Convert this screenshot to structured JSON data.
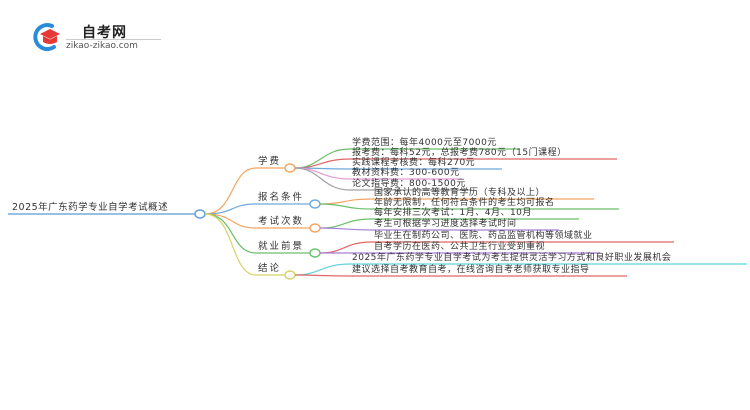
{
  "logo": {
    "title": "自考网",
    "url": "zikao-zikao.com",
    "icon": "graduation-cap-icon"
  },
  "mindmap": {
    "root": "2025年广东药学专业自学考试概述",
    "colors": {
      "root_line": "#5b9bd5",
      "branch_1": "#f4a460",
      "branch_2": "#6fa8dc",
      "branch_3": "#f4a460",
      "branch_4": "#6abf69",
      "branch_5": "#d4d46a"
    },
    "branches": [
      {
        "label": "学费",
        "color": "#f4a460",
        "children": [
          {
            "label": "学费范围：每年4000元至7000元",
            "color": "#6abf69"
          },
          {
            "label": "报考费：每科52元，总报考费780元（15门课程）",
            "color": "#e06666"
          },
          {
            "label": "实践课程考核费：每科270元",
            "color": "#6fa8dc"
          },
          {
            "label": "教材资料费：300-600元",
            "color": "#e69ad6"
          },
          {
            "label": "论文指导费：800-1500元",
            "color": "#a0a0a0"
          }
        ]
      },
      {
        "label": "报名条件",
        "color": "#6fa8dc",
        "children": [
          {
            "label": "国家承认的高等教育学历（专科及以上）",
            "color": "#f4a460"
          },
          {
            "label": "年龄无限制，任何符合条件的考生均可报名",
            "color": "#6abf69"
          }
        ]
      },
      {
        "label": "考试次数",
        "color": "#f4a460",
        "children": [
          {
            "label": "每年安排三次考试：1月、4月、10月",
            "color": "#6abf69"
          },
          {
            "label": "考生可根据学习进度选择考试时间",
            "color": "#a97fd6"
          }
        ]
      },
      {
        "label": "就业前景",
        "color": "#6abf69",
        "children": [
          {
            "label": "毕业生在制药公司、医院、药品监管机构等领域就业",
            "color": "#e06666"
          },
          {
            "label": "自考学历在医药、公共卫生行业受到重视",
            "color": "#a97fd6"
          }
        ]
      },
      {
        "label": "结论",
        "color": "#d4d46a",
        "children": [
          {
            "label": "2025年广东药学专业自学考试为考生提供灵活学习方式和良好职业发展机会",
            "color": "#5fd3e0"
          },
          {
            "label": "建议选择自考教育自考，在线咨询自考老师获取专业指导",
            "color": "#e06666"
          }
        ]
      }
    ]
  }
}
